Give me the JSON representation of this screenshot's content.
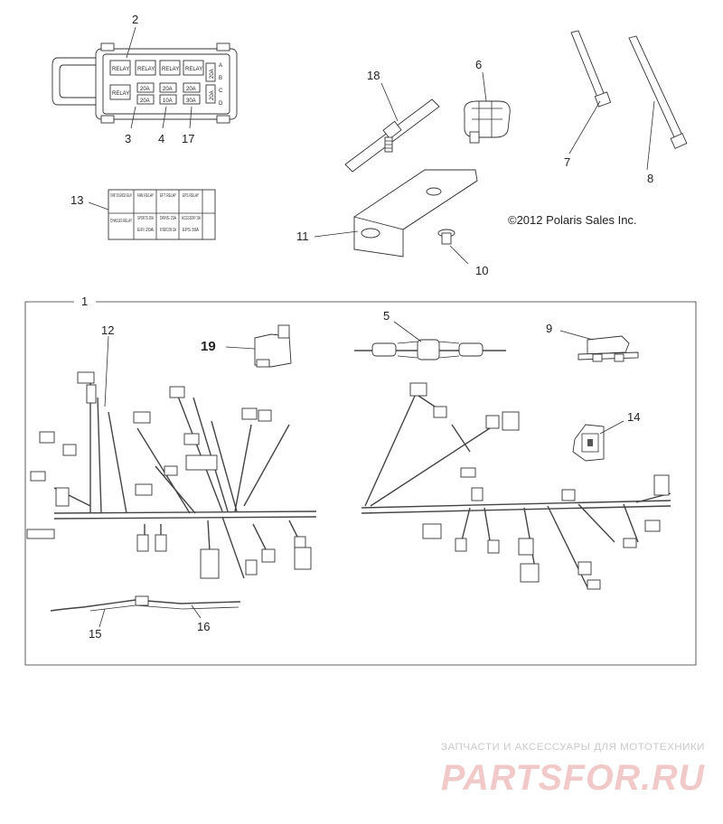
{
  "copyright": "©2012 Polaris Sales Inc.",
  "watermark": {
    "tagline": "ЗАПЧАСТИ И АКСЕССУАРЫ ДЛЯ МОТОТЕХНИКИ",
    "brand": "PARTSFOR.RU"
  },
  "callouts": {
    "c1": "1",
    "c2": "2",
    "c3": "3",
    "c4": "4",
    "c5": "5",
    "c6": "6",
    "c7": "7",
    "c8": "8",
    "c9": "9",
    "c10": "10",
    "c11": "11",
    "c12": "12",
    "c13": "13",
    "c14": "14",
    "c15": "15",
    "c16": "16",
    "c17": "17",
    "c18": "18",
    "c19": "19"
  },
  "fuse_box": {
    "rows": [
      "A",
      "B",
      "C",
      "D"
    ],
    "relay": "RELAY",
    "f20a": "20A",
    "f10a": "10A",
    "f30a": "30A"
  },
  "fuse_label": {
    "start": "START SOLENOID RELAY",
    "fan": "FAN RELAY",
    "eft": "EFT RELAY",
    "eps": "EPS RELAY",
    "chassis": "CHASSIS RELAY",
    "sports": "SPORTS 20A",
    "drive": "DRIVE 20A",
    "accessory": "ACCESSORY 20A",
    "efi": "EFI 20A",
    "intercom": "INTERCOM 10A",
    "eps30": "EPS 30A"
  }
}
